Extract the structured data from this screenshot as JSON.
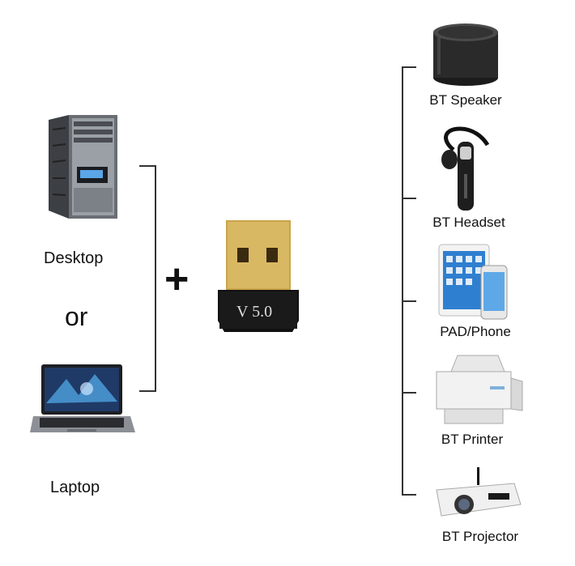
{
  "left": {
    "desktop_label": "Desktop",
    "or_label": "or",
    "laptop_label": "Laptop"
  },
  "center": {
    "plus": "+",
    "adapter_text": "V 5.0"
  },
  "devices": [
    {
      "label": "BT Speaker",
      "icon": "speaker-icon"
    },
    {
      "label": "BT Headset",
      "icon": "headset-icon"
    },
    {
      "label": "PAD/Phone",
      "icon": "tablet-phone-icon"
    },
    {
      "label": "BT Printer",
      "icon": "printer-icon"
    },
    {
      "label": "BT Projector",
      "icon": "projector-icon"
    }
  ]
}
